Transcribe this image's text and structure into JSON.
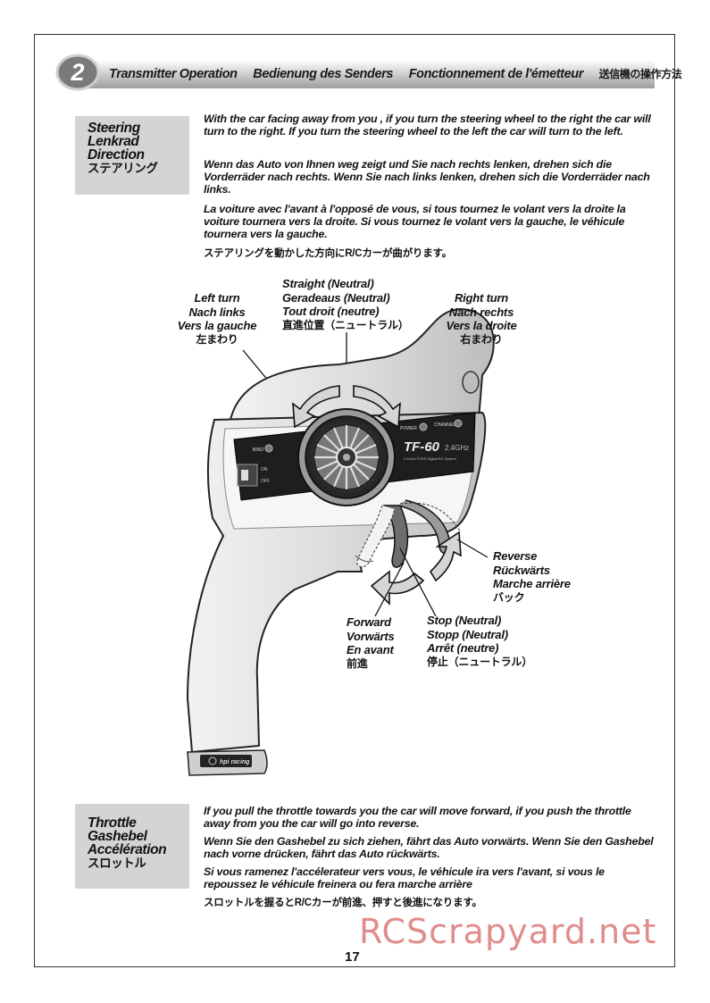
{
  "header": {
    "section_number": "2",
    "titles": [
      "Transmitter Operation",
      "Bedienung des Senders",
      "Fonctionnement de l'émetteur",
      "送信機の操作方法"
    ]
  },
  "steering": {
    "label": [
      "Steering",
      "Lenkrad",
      "Direction",
      "ステアリング"
    ],
    "paragraphs": [
      "With the car facing away from you , if you turn the steering wheel to the right the car will turn to the right. If you turn the steering wheel to the left the car will turn to the left.",
      "Wenn das Auto von Ihnen weg zeigt und Sie nach rechts lenken, drehen sich die Vorderräder nach rechts. Wenn Sie nach links lenken, drehen sich die Vorderräder nach links.",
      "La voiture avec l'avant à l'opposé de vous, si tous tournez le volant vers la droite la voiture tournera vers la droite. Si vous tournez le volant vers la gauche, le véhicule tournera vers la gauche.",
      "ステアリングを動かした方向にR/Cカーが曲がります。"
    ]
  },
  "diagram": {
    "left_turn": [
      "Left turn",
      "Nach links",
      "Vers la gauche",
      "左まわり"
    ],
    "straight": [
      "Straight (Neutral)",
      "Geradeaus (Neutral)",
      "Tout droit (neutre)",
      "直進位置（ニュートラル）"
    ],
    "right_turn": [
      "Right turn",
      "Nach rechts",
      "Vers la droite",
      "右まわり"
    ],
    "reverse": [
      "Reverse",
      "Rückwärts",
      "Marche arrière",
      "バック"
    ],
    "forward": [
      "Forward",
      "Vorwärts",
      "En avant",
      "前進"
    ],
    "stop": [
      "Stop (Neutral)",
      "Stopp (Neutral)",
      "Arrêt (neutre)",
      "停止（ニュートラル）"
    ],
    "device_text": {
      "model": "TF-60",
      "ghz": "2.4GHz",
      "subtitle": "2.4GHz FHSS Digital RC System",
      "power": "POWER",
      "channel": "CHANNEL",
      "bind": "BIND",
      "on": "ON",
      "off": "OFF",
      "brand": "hpi racing"
    }
  },
  "throttle": {
    "label": [
      "Throttle",
      "Gashebel",
      "Accélération",
      "スロットル"
    ],
    "paragraphs": [
      "If you pull the throttle towards you the car will move forward, if you push the throttle away from you the car will go into reverse.",
      "Wenn Sie den Gashebel zu sich ziehen, fährt das Auto vorwärts. Wenn Sie den Gashebel nach vorne drücken, fährt das Auto rückwärts.",
      "Si vous ramenez l'accélerateur vers vous, le véhicule ira vers l'avant, si vous le repoussez le véhicule freinera ou fera marche arrière",
      "スロットルを握るとR/Cカーが前進、押すと後進になります。"
    ]
  },
  "page_number": "17",
  "watermark": "RCScrapyard.net"
}
